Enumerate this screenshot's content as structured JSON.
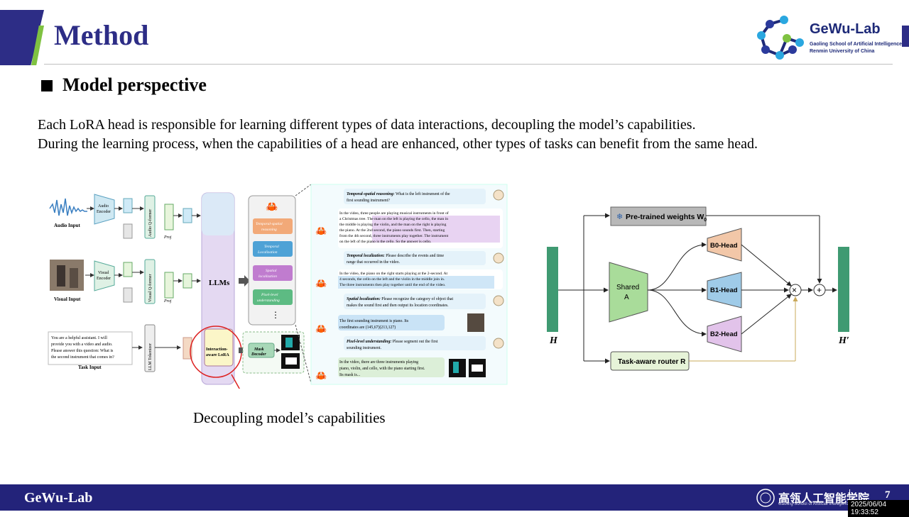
{
  "header": {
    "title": "Method",
    "logo_name": "GeWu-Lab",
    "logo_sub_line1": "Gaoling School of Artificial Intelligence",
    "logo_sub_line2": "Renmin University of China"
  },
  "section": {
    "heading": "Model perspective",
    "paragraph_line1": "Each LoRA head is responsible for learning different types of data interactions, decoupling the model’s capabilities.",
    "paragraph_line2": "During the learning process, when the capabilities of a head are enhanced, other types of tasks can benefit from the same head."
  },
  "left_figure": {
    "audio_input": "Audio Input",
    "audio_encoder_1": "Audio",
    "audio_encoder_2": "Encoder",
    "audio_qformer": "Audio Q-former",
    "proj": "Proj",
    "visual_input": "Visual Input",
    "visual_encoder_1": "Visual",
    "visual_encoder_2": "Encoder",
    "visual_qformer": "Visual Q-former",
    "task_input": "Task Input",
    "task_text_1": "You are a helpful assistant. I will",
    "task_text_2": "provide you with a video and audio.",
    "task_text_3": "Please answer this question: What is",
    "task_text_4": "the second instrument that comes in?",
    "llm_tokenizer": "LLM Tokenizer",
    "llms": "LLMs",
    "interaction_lora_1": "Interaction-",
    "interaction_lora_2": "aware LoRA",
    "task_1a": "Temporal-spatial",
    "task_1b": "reasoning",
    "task_2a": "Temporal",
    "task_2b": "Localization",
    "task_3a": "Spatial",
    "task_3b": "localization",
    "task_4a": "Pixel-level",
    "task_4b": "understanding",
    "mask_decoder_1": "Mask",
    "mask_decoder_2": "Decoder",
    "q1_label": "Temporal-spatial reasoning:",
    "q1_text": "What is the left instrument of the",
    "q1_text2": "first sounding instrument?",
    "a1_l1": "In the video, three people are playing musical instruments in front of",
    "a1_l2": "a Christmas tree. The man on the left is playing the cello, the man in",
    "a1_l3": "the middle is playing the violin, and the man on the right is playing",
    "a1_l4": "the piano. At the 2nd second, the piano sounds first. Then, starting",
    "a1_l5": "from the 4th second, three instruments play together. The instrument",
    "a1_l6": "on the left of the piano is the cello. So the answer is  cello.",
    "q2_label": "Temporal localization:",
    "q2_text": "Please describe the events and time",
    "q2_text2": "range that occurred in the video.",
    "a2_l1": "In the video, the piano on the right starts playing at the 2-second. At",
    "a2_l2": "4 seconds, the cello on the left and the violin in the middle join in.",
    "a2_l3": "The three instruments then play together until the end of the video.",
    "q3_label": "Spatial localization:",
    "q3_text": "Please recognize the category of object that",
    "q3_text2": "makes the sound first and then output its location coordinates.",
    "a3_l1": "The first sounding instrument is piano. Its",
    "a3_l2": "coordinates are (145,67)(213,127)",
    "q4_label": "Pixel-level understanding:",
    "q4_text": "Please segment out the first",
    "q4_text2": "sounding instrument.",
    "a4_l1": "In the video, there are three instruments playing",
    "a4_l2": "piano, violin, and cello, with the piano starting first.",
    "a4_l3": "Its mask is..."
  },
  "caption": "Decoupling model’s capabilities",
  "right_figure": {
    "h_in": "H",
    "h_out": "H′",
    "pretrained": "Pre-trained weights W",
    "pretrained_sub": "0",
    "shared_1": "Shared",
    "shared_2": "A",
    "b0": "B0-Head",
    "b1": "B1-Head",
    "b2": "B2-Head",
    "router": "Task-aware router R",
    "times": "×",
    "plus": "+"
  },
  "footer": {
    "left": "GeWu-Lab",
    "cn": "高瓴人工智能学院",
    "cn_sub": "Gaoling School of Artificial Intelligence",
    "page": "7",
    "timestamp": "2025/06/04 19:33:52"
  },
  "colors": {
    "navy": "#2d2d86",
    "green_accent": "#7fc241",
    "head_b0": "#f2c7a8",
    "head_b1": "#9fcbe8",
    "head_b2": "#e2c3ea",
    "shared": "#a9dc9a",
    "h_bar": "#3f9a72",
    "router_line": "#c9a85a"
  }
}
